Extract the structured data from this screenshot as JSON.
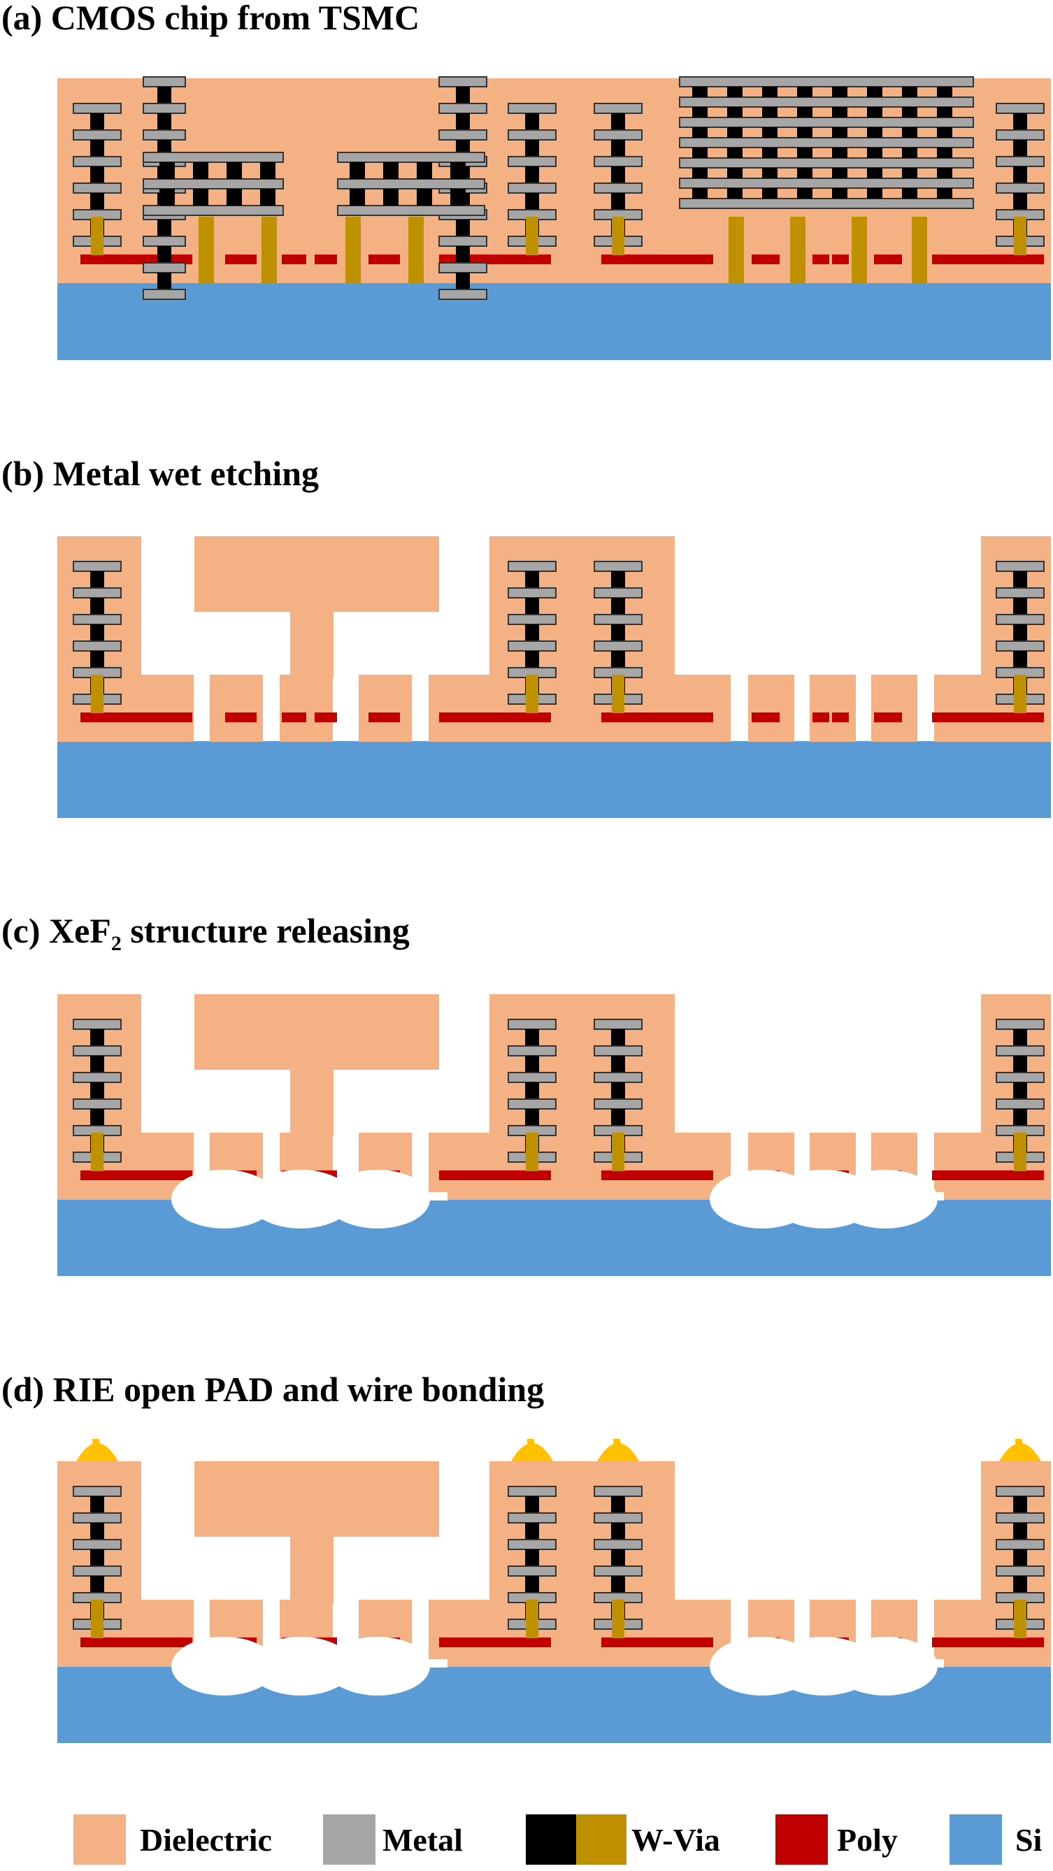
{
  "panels": [
    {
      "title_prefix": "(a) CMOS chip from TSMC",
      "sub": "",
      "title_suffix": ""
    },
    {
      "title_prefix": "(b) Metal wet etching",
      "sub": "",
      "title_suffix": ""
    },
    {
      "title_prefix": "(c) XeF",
      "sub": "2",
      "title_suffix": " structure releasing"
    },
    {
      "title_prefix": "(d) RIE open PAD and wire bonding",
      "sub": "",
      "title_suffix": ""
    }
  ],
  "legend": {
    "dielectric": "Dielectric",
    "metal": "Metal",
    "wvia": "W-Via",
    "poly": "Poly",
    "si": "Si"
  },
  "colors": {
    "dielectric": "#F4B183",
    "metal": "#A6A6A6",
    "via_black": "#000000",
    "via_gold": "#BF9000",
    "poly": "#C00000",
    "si": "#5B9BD5",
    "gold_ball": "#FFC000"
  }
}
